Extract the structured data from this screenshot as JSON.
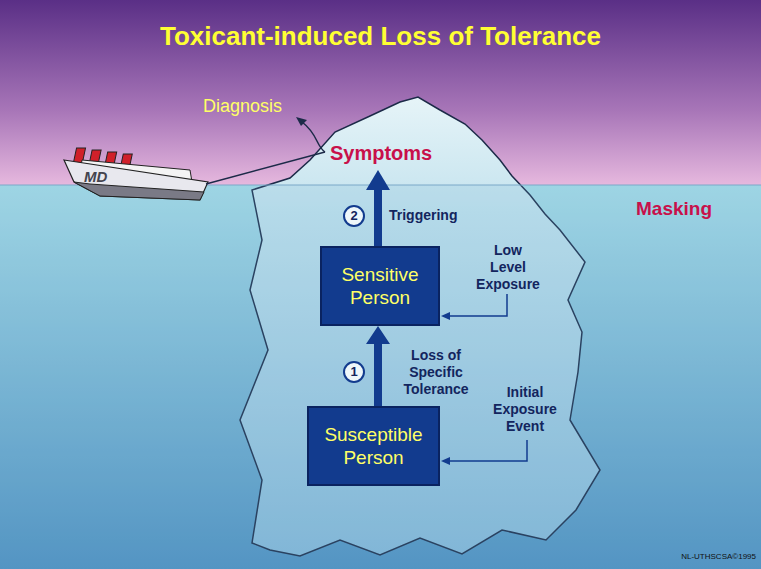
{
  "diagram": {
    "title": "Toxicant-induced Loss of Tolerance",
    "nodes": [
      {
        "text": [
          "Sensitive Person"
        ]
      },
      {
        "text": [
          "Susceptible Person"
        ]
      }
    ],
    "edges": [
      {
        "from": 1,
        "to": 0,
        "arrow": "to",
        "label": "Loss of Specific Tolerance"
      }
    ],
    "labels": [
      "Diagnosis",
      "Symptoms",
      "Masking",
      "2",
      "Triggering",
      "Low Level Exposure",
      "1",
      "Initial Exposure Event",
      "MD",
      "NL-UTHSCSA©1995"
    ]
  }
}
